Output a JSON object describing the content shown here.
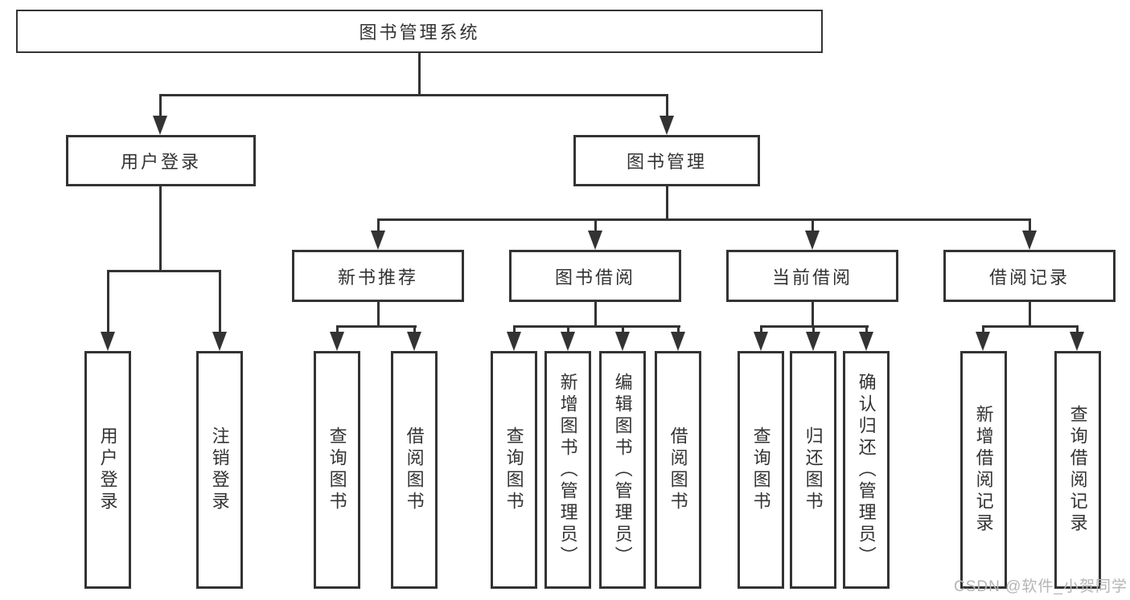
{
  "nodes": {
    "root": "图书管理系统",
    "user_login": "用户登录",
    "book_mgmt": "图书管理",
    "new_book_rec": "新书推荐",
    "book_borrow": "图书借阅",
    "current_borrow": "当前借阅",
    "borrow_records": "借阅记录",
    "login": "用户登录",
    "logout": "注销登录",
    "nbr_query": "查询图书",
    "nbr_borrow": "借阅图书",
    "bb_query": "查询图书",
    "bb_add": "新增图书（管理员）",
    "bb_edit": "编辑图书（管理员）",
    "bb_borrow": "借阅图书",
    "cb_query": "查询图书",
    "cb_return": "归还图书",
    "cb_confirm": "确认归还（管理员）",
    "br_add": "新增借阅记录",
    "br_query": "查询借阅记录"
  },
  "structure": {
    "图书管理系统": {
      "用户登录": [
        "用户登录",
        "注销登录"
      ],
      "图书管理": {
        "新书推荐": [
          "查询图书",
          "借阅图书"
        ],
        "图书借阅": [
          "查询图书",
          "新增图书（管理员）",
          "编辑图书（管理员）",
          "借阅图书"
        ],
        "当前借阅": [
          "查询图书",
          "归还图书",
          "确认归还（管理员）"
        ],
        "借阅记录": [
          "新增借阅记录",
          "查询借阅记录"
        ]
      }
    }
  },
  "watermark": "CSDN @软件_小贺同学",
  "colors": {
    "line": "#333333",
    "box_border": "#333333",
    "text": "#333333",
    "background": "#ffffff",
    "watermark": "#b5b5b5"
  }
}
